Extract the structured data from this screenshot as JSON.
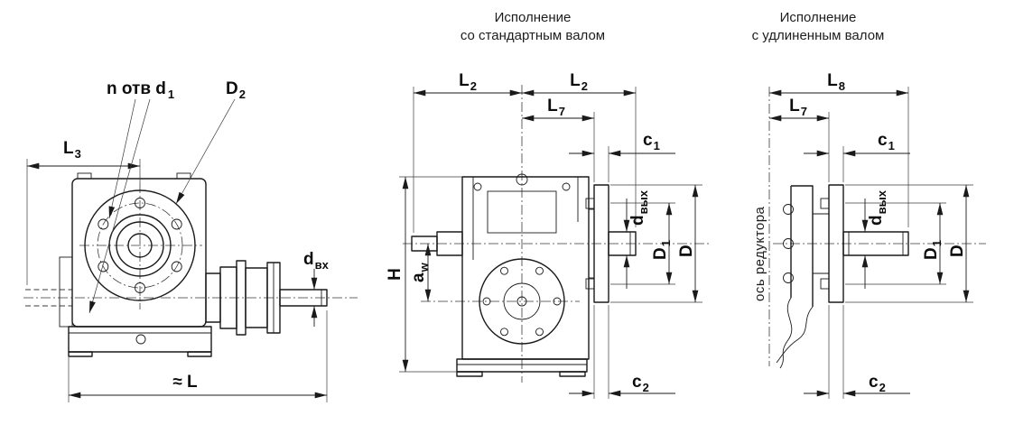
{
  "drawing": {
    "ink_color": "#1a1a1a",
    "background_color": "#ffffff"
  },
  "headers": {
    "standard_line1": "Исполнение",
    "standard_line2": "со стандартным валом",
    "extended_line1": "Исполнение",
    "extended_line2": "с удлиненным валом"
  },
  "labels": {
    "n_holes": {
      "main": "n отв d",
      "sub": "1"
    },
    "D2": {
      "main": "D",
      "sub": "2"
    },
    "L3": {
      "main": "L",
      "sub": "3"
    },
    "d_in": {
      "main": "d",
      "sub": "вх"
    },
    "approx_L": "≈ L",
    "L2": {
      "main": "L",
      "sub": "2"
    },
    "L7": {
      "main": "L",
      "sub": "7"
    },
    "L8": {
      "main": "L",
      "sub": "8"
    },
    "c1": {
      "main": "c",
      "sub": "1"
    },
    "c2": {
      "main": "c",
      "sub": "2"
    },
    "d_out": {
      "main": "d",
      "sub": "вых"
    },
    "H": "H",
    "a_w": {
      "main": "a",
      "sub": "w"
    },
    "D1": {
      "main": "D",
      "sub": "1"
    },
    "D": "D",
    "axis": "ось редуктора"
  }
}
